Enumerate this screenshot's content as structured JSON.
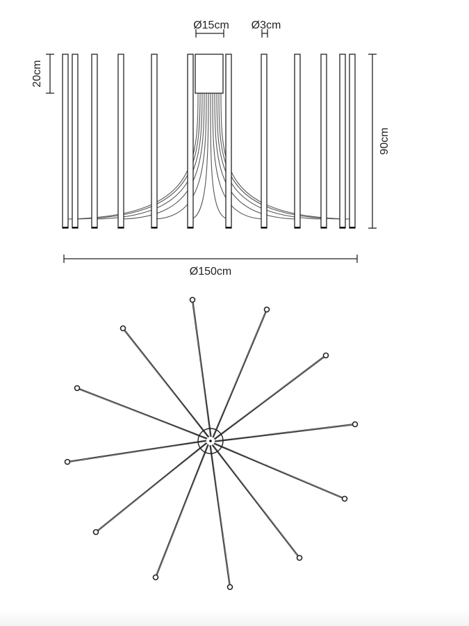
{
  "dimensions": {
    "canopy_diameter": "Ø15cm",
    "rod_diameter": "Ø3cm",
    "canopy_height": "20cm",
    "total_height": "90cm",
    "total_diameter": "Ø150cm"
  },
  "colors": {
    "line": "#222222",
    "cable": "#555555"
  }
}
